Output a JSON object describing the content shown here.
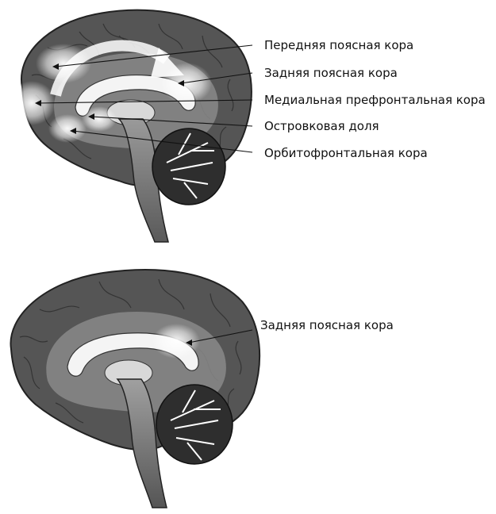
{
  "figures": [
    {
      "name": "top",
      "labels": [
        "Передняя поясная кора",
        "Задняя поясная кора",
        "Медиальная префронтальная кора",
        "Островковая доля",
        "Орбитофронтальная кора"
      ]
    },
    {
      "name": "bottom",
      "labels": [
        "Задняя поясная кора"
      ]
    }
  ]
}
